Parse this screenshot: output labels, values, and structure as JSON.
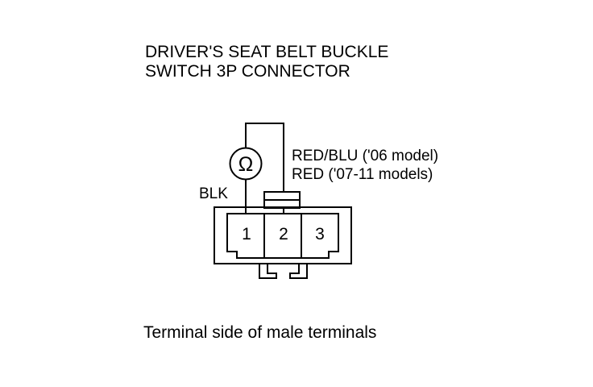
{
  "title": {
    "line1": "DRIVER'S SEAT BELT BUCKLE",
    "line2": "SWITCH 3P CONNECTOR"
  },
  "meter": {
    "symbol": "Ω",
    "icon": "ohmmeter-icon"
  },
  "wires": {
    "left_color": "BLK",
    "right_color_line1": "RED/BLU ('06 model)",
    "right_color_line2": "RED ('07-11 models)"
  },
  "connector": {
    "terminals": [
      "1",
      "2",
      "3"
    ]
  },
  "caption": "Terminal side of male terminals"
}
